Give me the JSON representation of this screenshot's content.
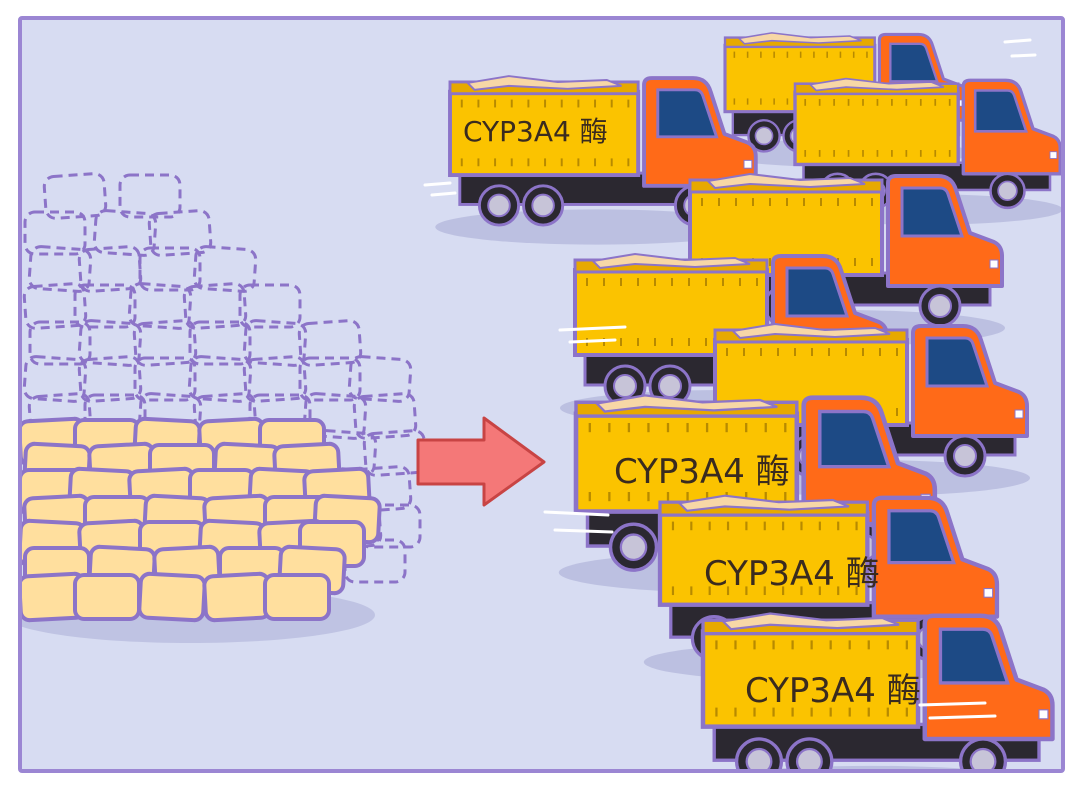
{
  "illustration": {
    "truck_labels": [
      "CYP3A4 酶",
      "CYP3A4 酶",
      "CYP3A4 酶",
      "CYP3A4 酶"
    ],
    "arrow": "right-arrow-icon",
    "cargo": "stacked-blocks-icon"
  },
  "colors": {
    "background": "#d7dcf2",
    "frame": "#9b86d3",
    "outline": "#8c74c8",
    "truck_body": "#fbc300",
    "truck_body_dark": "#e7a900",
    "cab": "#ff6a18",
    "window": "#1d4a85",
    "chassis": "#2b2830",
    "wheel": "#c7c4d8",
    "block": "#ffdf9e",
    "arrow": "#f47878",
    "arrow_stroke": "#c84444",
    "label_text": "#3a2b1f"
  }
}
